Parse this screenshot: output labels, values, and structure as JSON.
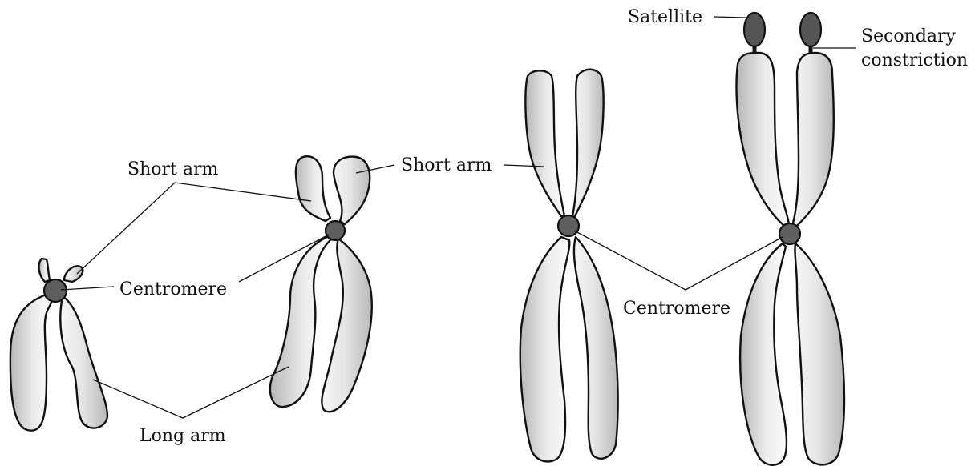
{
  "labels": {
    "short_arm_left": "Short arm",
    "centromere_left": "Centromere",
    "long_arm": "Long arm",
    "short_arm_right": "Short arm",
    "centromere_right": "Centromere",
    "satellite": "Satellite",
    "secondary_constriction_line1": "Secondary",
    "secondary_constriction_line2": "constriction"
  },
  "colors": {
    "outline": "#111111",
    "centromere_fill": "#5e5e5e",
    "arm_light": "#fafafa",
    "arm_dark": "#bdbdbd"
  }
}
